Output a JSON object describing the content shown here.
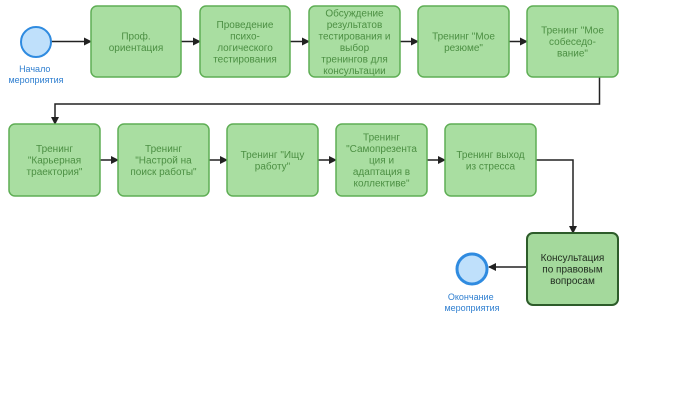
{
  "colors": {
    "task_fill": "#a9deA1",
    "task_stroke": "#5fae55",
    "task_text": "#4c8f43",
    "final_fill": "#a4d99c",
    "final_stroke": "#2d5c2a",
    "final_text": "#1f2a1e",
    "event_fill": "#bfe0fb",
    "event_stroke": "#2f8be0",
    "event_text": "#2f7fd0",
    "connector": "#222222"
  },
  "start_event": {
    "label_lines": [
      "Начало",
      "мероприятия"
    ]
  },
  "end_event": {
    "label_lines": [
      "Окончание",
      "мероприятия"
    ]
  },
  "tasks": [
    {
      "id": "prof",
      "lines": [
        "Проф.",
        "ориентация"
      ]
    },
    {
      "id": "psych",
      "lines": [
        "Проведение",
        "психо-",
        "логического",
        "тестирования"
      ]
    },
    {
      "id": "discuss",
      "lines": [
        "Обсуждение",
        "результатов",
        "тестирования и",
        "выбор",
        "тренингов для",
        "консультации"
      ]
    },
    {
      "id": "resume",
      "lines": [
        "Тренинг \"Мое",
        "резюме\""
      ]
    },
    {
      "id": "interview",
      "lines": [
        "Тренинг \"Мое",
        "собеседо-",
        "вание\""
      ]
    },
    {
      "id": "career",
      "lines": [
        "Тренинг",
        "\"Карьерная",
        "траектория\""
      ]
    },
    {
      "id": "mindset",
      "lines": [
        "Тренинг",
        "\"Настрой на",
        "поиск работы\""
      ]
    },
    {
      "id": "jobsearch",
      "lines": [
        "Тренинг \"Ищу",
        "работу\""
      ]
    },
    {
      "id": "selfpres",
      "lines": [
        "Тренинг",
        "\"Самопрезента",
        "ция и",
        "адаптация в",
        "коллективе\""
      ]
    },
    {
      "id": "stress",
      "lines": [
        "Тренинг выход",
        "из стресса"
      ]
    },
    {
      "id": "legal",
      "lines": [
        "Консультация",
        "по правовым",
        "вопросам"
      ]
    }
  ]
}
